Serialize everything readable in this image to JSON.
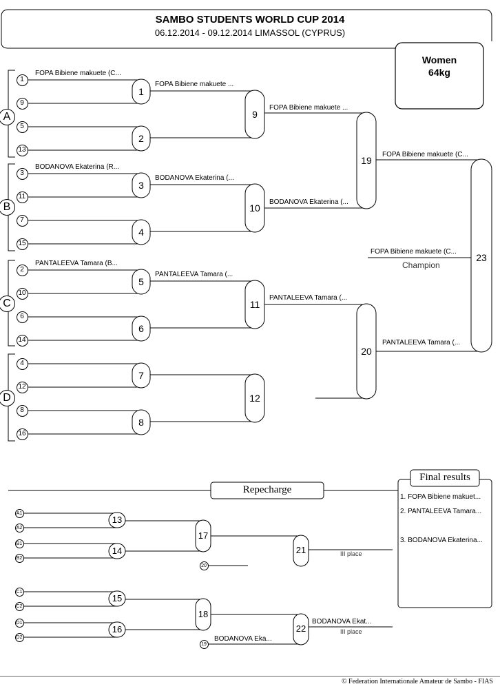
{
  "header": {
    "title": "SAMBO STUDENTS WORLD CUP 2014",
    "subtitle": "06.12.2014 - 09.12.2014 LIMASSOL  (CYPRUS)"
  },
  "category": {
    "line1": "Women",
    "line2": "64kg"
  },
  "pools": [
    "A",
    "B",
    "C",
    "D"
  ],
  "seeds": [
    "1",
    "9",
    "5",
    "13",
    "3",
    "11",
    "7",
    "15",
    "2",
    "10",
    "6",
    "14",
    "4",
    "12",
    "8",
    "16"
  ],
  "match_numbers": {
    "m1": "1",
    "m2": "2",
    "m3": "3",
    "m4": "4",
    "m5": "5",
    "m6": "6",
    "m7": "7",
    "m8": "8",
    "m9": "9",
    "m10": "10",
    "m11": "11",
    "m12": "12",
    "m19": "19",
    "m20": "20",
    "m23": "23",
    "m13": "13",
    "m14": "14",
    "m15": "15",
    "m16": "16",
    "m17": "17",
    "m18": "18",
    "m21": "21",
    "m22": "22"
  },
  "names": {
    "fopa_seed": "FOPA Bibiene  makuete (C...",
    "fopa_r1": "FOPA Bibiene  makuete ...",
    "fopa_r2": "FOPA Bibiene  makuete ...",
    "fopa_sf": "FOPA Bibiene  makuete (C...",
    "fopa_final": "FOPA Bibiene  makuete (C...",
    "bod_seed": "BODANOVA Ekaterina (R...",
    "bod_r1": "BODANOVA Ekaterina (...",
    "bod_r2": "BODANOVA Ekaterina (...",
    "pan_seed": "PANTALEEVA Tamara (B...",
    "pan_r1": "PANTALEEVA Tamara (...",
    "pan_r2": "PANTALEEVA Tamara (...",
    "pan_sf": "PANTALEEVA Tamara (...",
    "bod_rep22": "BODANOVA Ekat...",
    "bod_rep19": "BODANOVA Eka..."
  },
  "champion_label": "Champion",
  "repecharge_label": "Repecharge",
  "rep_seeds": [
    "A1",
    "A2",
    "B1",
    "B2",
    "C1",
    "C2",
    "D1",
    "D2"
  ],
  "rep_feed": {
    "f20": "20",
    "f19": "19"
  },
  "third_place_label": "III place",
  "final_results": {
    "title": "Final results",
    "items": [
      "1. FOPA Bibiene  makuet...",
      "2. PANTALEEVA Tamara...",
      "3. BODANOVA Ekaterina..."
    ]
  },
  "footer": "© Federation Internationale Amateur de Sambo - FIAS"
}
